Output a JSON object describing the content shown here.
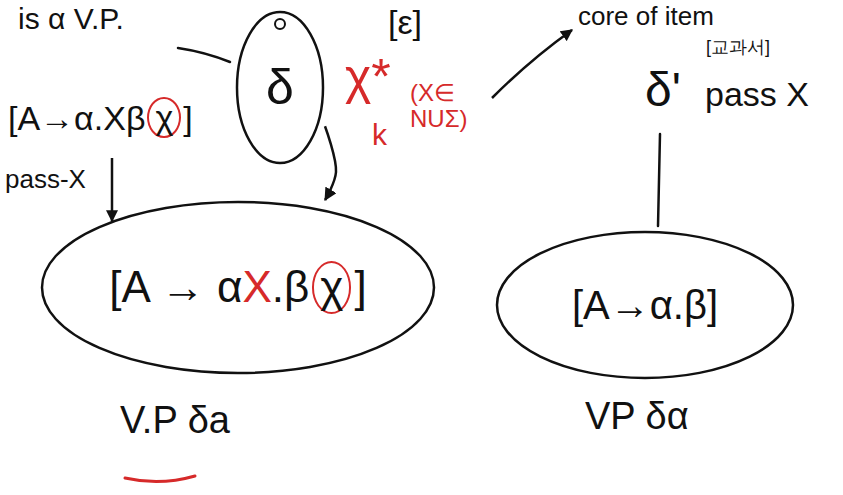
{
  "diagram": {
    "nodes": [
      {
        "text": [
          "δ"
        ]
      },
      {
        "text": [
          "[A → α",
          "X",
          ".β",
          "χ",
          "]"
        ]
      },
      {
        "text": [
          "[A→α.β]"
        ]
      }
    ],
    "edges": [
      {
        "from": 0,
        "to": 1,
        "arrow": "to"
      }
    ],
    "labels": [
      "is α V.P.",
      "[A→α.Xβ",
      "χ",
      "]",
      "pass-X",
      "[ε]",
      "χ*",
      "k",
      "(X∈ NUΣ)",
      "core of item",
      "[교과서]",
      "δ'",
      "pass X",
      "V.P δa",
      "VP δα"
    ]
  }
}
